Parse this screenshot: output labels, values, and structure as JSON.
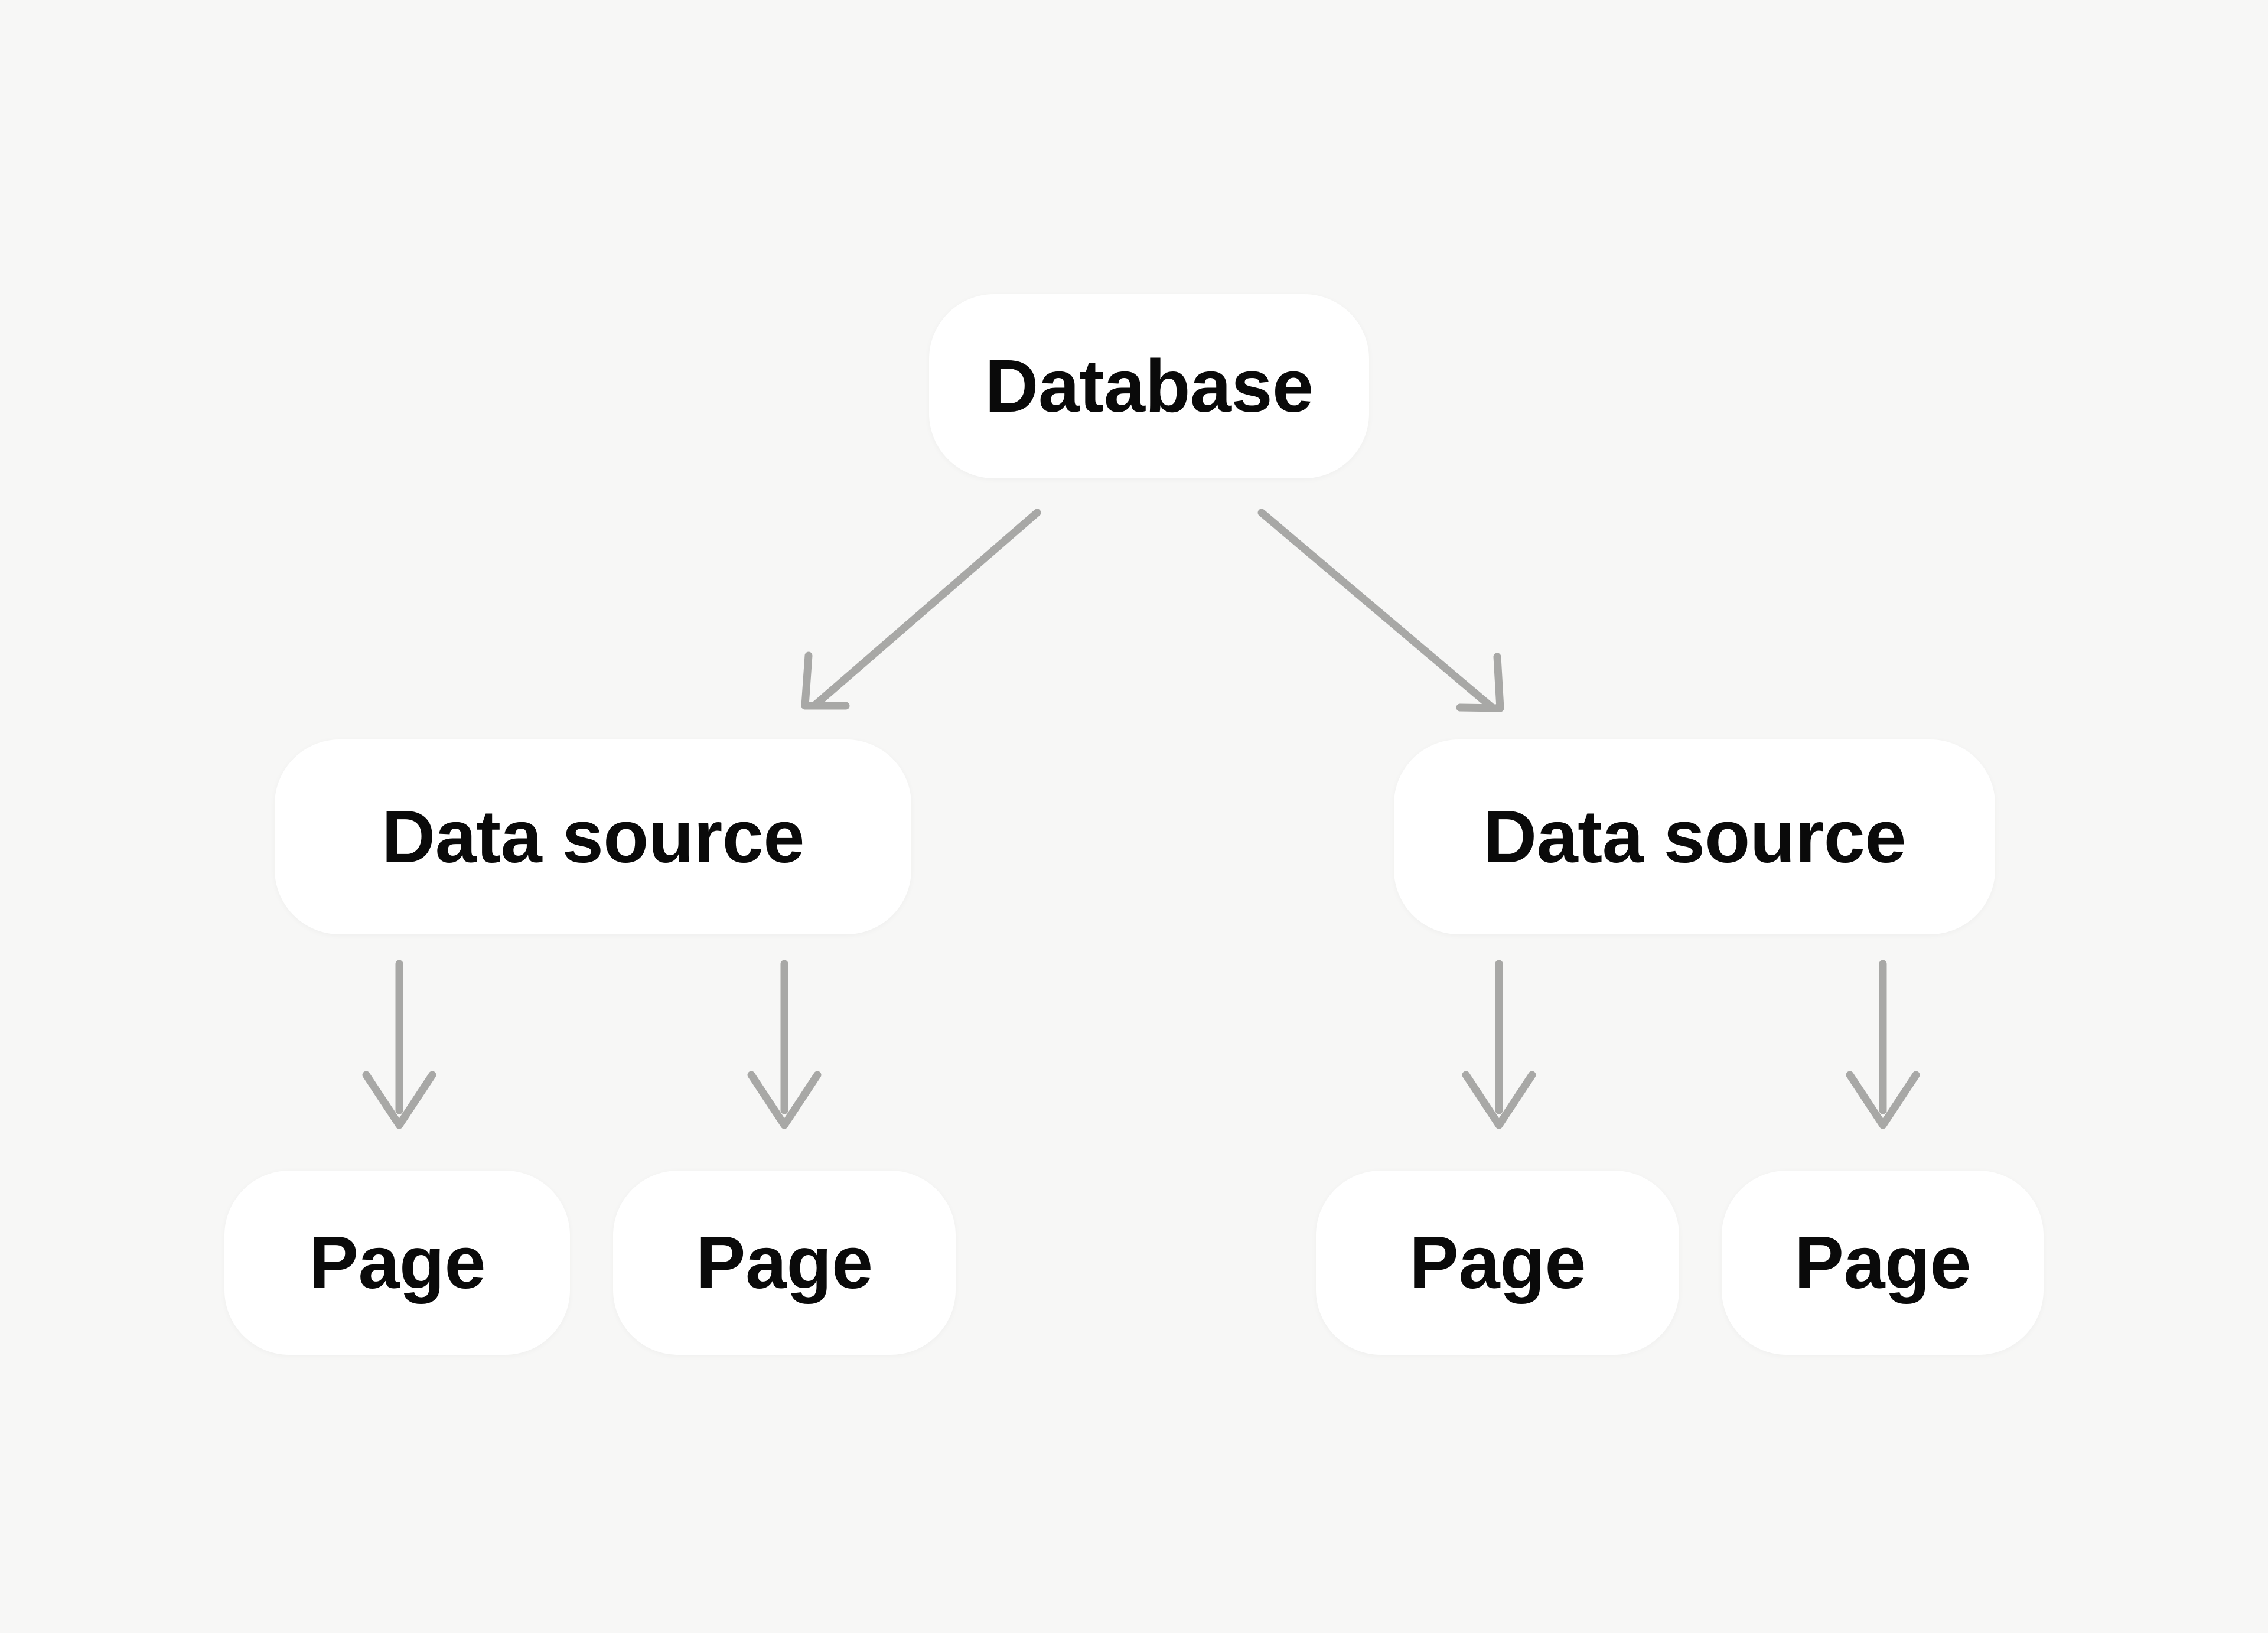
{
  "diagram": {
    "type": "tree",
    "background_color": "#f7f7f6",
    "node_fill_color": "#ffffff",
    "node_text_color": "#0a0a0a",
    "edge_color": "#a8a8a6",
    "nodes": [
      {
        "id": "database",
        "label": "Database",
        "level": 0
      },
      {
        "id": "ds-left",
        "label": "Data source",
        "level": 1
      },
      {
        "id": "ds-right",
        "label": "Data source",
        "level": 1
      },
      {
        "id": "page-1",
        "label": "Page",
        "level": 2
      },
      {
        "id": "page-2",
        "label": "Page",
        "level": 2
      },
      {
        "id": "page-3",
        "label": "Page",
        "level": 2
      },
      {
        "id": "page-4",
        "label": "Page",
        "level": 2
      }
    ],
    "edges": [
      {
        "from": "database",
        "to": "ds-left",
        "style": "diagonal-arrow"
      },
      {
        "from": "database",
        "to": "ds-right",
        "style": "diagonal-arrow"
      },
      {
        "from": "ds-left",
        "to": "page-1",
        "style": "vertical-arrow"
      },
      {
        "from": "ds-left",
        "to": "page-2",
        "style": "vertical-arrow"
      },
      {
        "from": "ds-right",
        "to": "page-3",
        "style": "vertical-arrow"
      },
      {
        "from": "ds-right",
        "to": "page-4",
        "style": "vertical-arrow"
      }
    ]
  }
}
